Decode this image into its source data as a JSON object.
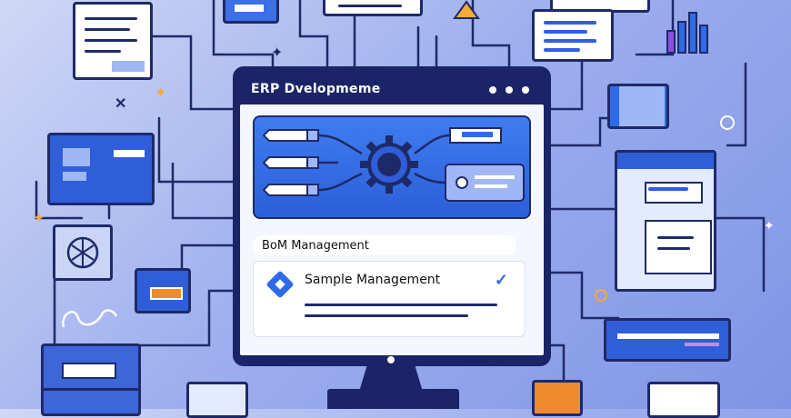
{
  "window": {
    "title": "ERP Dvelopmeme"
  },
  "sections": {
    "bom_label": "BoM Management",
    "sample_module": "Sample Management"
  },
  "colors": {
    "accent": "#2f6be8",
    "frame": "#1a2466",
    "background": "#9fb0ee",
    "highlight": "#f08a2e"
  },
  "icons": {
    "network_hub": "gear-hub-icon",
    "chart": "bar-chart-icon",
    "warning": "warning-triangle-icon",
    "check": "check-icon",
    "diamond": "diamond-icon"
  }
}
